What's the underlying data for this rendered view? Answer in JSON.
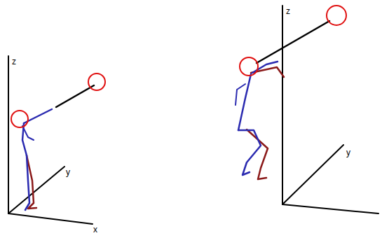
{
  "diagram": {
    "labels": [
      "z",
      "y",
      "x",
      "z",
      "y"
    ]
  }
}
